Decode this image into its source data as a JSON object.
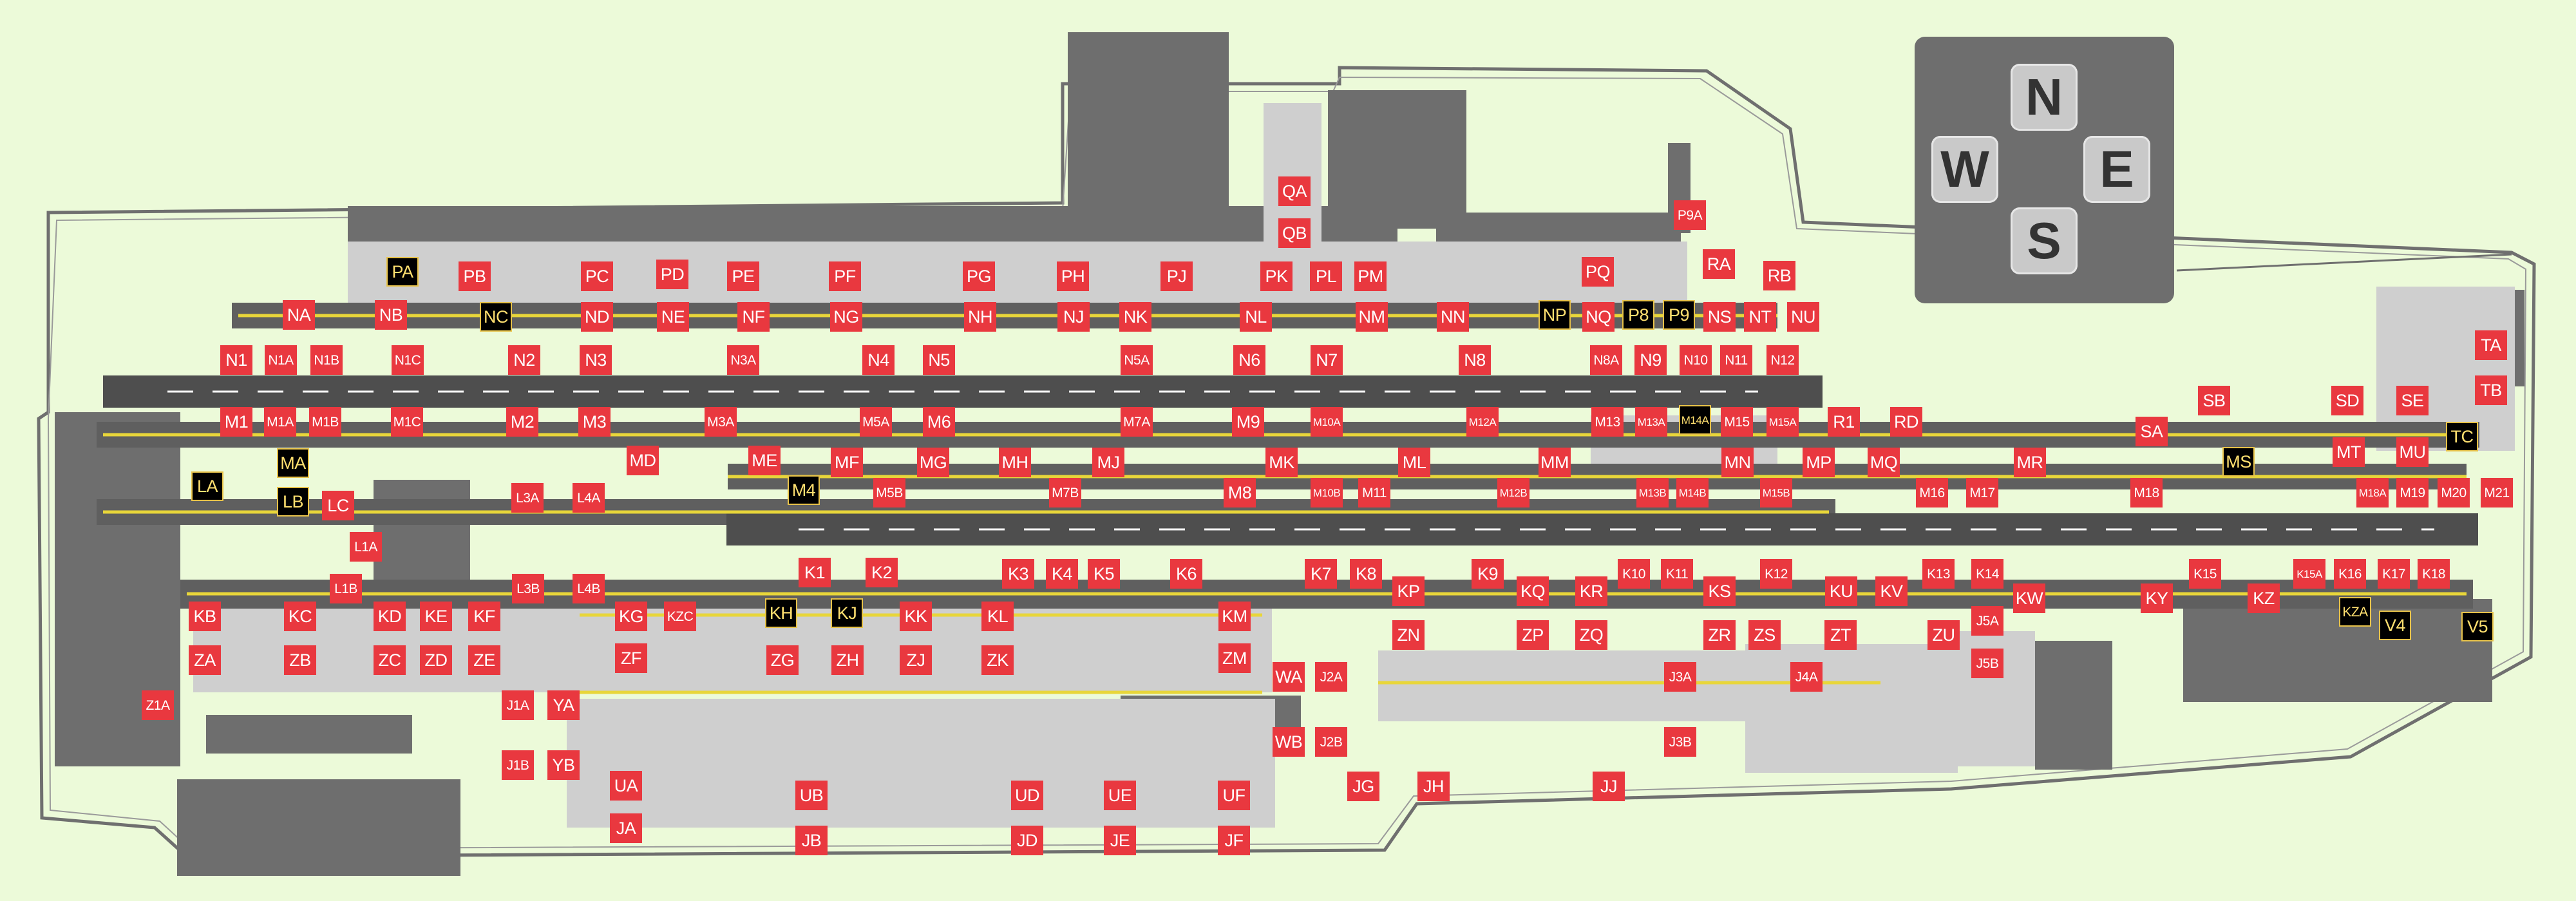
{
  "compass": {
    "north": "N",
    "west": "W",
    "east": "E",
    "south": "S"
  },
  "colors": {
    "background": "#ecfad9",
    "pavement": "#6e6e6e",
    "apron": "#cfcfcf",
    "taxiline": "#e8d63a",
    "label_red": "#e9383f",
    "label_black": "#000000"
  },
  "labels": [
    {
      "t": "QA",
      "c": "red"
    },
    {
      "t": "QB",
      "c": "red"
    },
    {
      "t": "P9A",
      "c": "red"
    },
    {
      "t": "PA",
      "c": "black"
    },
    {
      "t": "PB",
      "c": "red"
    },
    {
      "t": "PC",
      "c": "red"
    },
    {
      "t": "PD",
      "c": "red"
    },
    {
      "t": "PE",
      "c": "red"
    },
    {
      "t": "PF",
      "c": "red"
    },
    {
      "t": "PG",
      "c": "red"
    },
    {
      "t": "PH",
      "c": "red"
    },
    {
      "t": "PJ",
      "c": "red"
    },
    {
      "t": "PK",
      "c": "red"
    },
    {
      "t": "PL",
      "c": "red"
    },
    {
      "t": "PM",
      "c": "red"
    },
    {
      "t": "PQ",
      "c": "red"
    },
    {
      "t": "RA",
      "c": "red"
    },
    {
      "t": "RB",
      "c": "red"
    },
    {
      "t": "NA",
      "c": "red"
    },
    {
      "t": "NB",
      "c": "red"
    },
    {
      "t": "NC",
      "c": "black"
    },
    {
      "t": "ND",
      "c": "red"
    },
    {
      "t": "NE",
      "c": "red"
    },
    {
      "t": "NF",
      "c": "red"
    },
    {
      "t": "NG",
      "c": "red"
    },
    {
      "t": "NH",
      "c": "red"
    },
    {
      "t": "NJ",
      "c": "red"
    },
    {
      "t": "NK",
      "c": "red"
    },
    {
      "t": "NL",
      "c": "red"
    },
    {
      "t": "NM",
      "c": "red"
    },
    {
      "t": "NN",
      "c": "red"
    },
    {
      "t": "NP",
      "c": "black"
    },
    {
      "t": "NQ",
      "c": "red"
    },
    {
      "t": "P8",
      "c": "black"
    },
    {
      "t": "P9",
      "c": "black"
    },
    {
      "t": "NS",
      "c": "red"
    },
    {
      "t": "NT",
      "c": "red"
    },
    {
      "t": "NU",
      "c": "red"
    },
    {
      "t": "N1",
      "c": "red"
    },
    {
      "t": "N1A",
      "c": "red"
    },
    {
      "t": "N1B",
      "c": "red"
    },
    {
      "t": "N1C",
      "c": "red"
    },
    {
      "t": "N2",
      "c": "red"
    },
    {
      "t": "N3",
      "c": "red"
    },
    {
      "t": "N3A",
      "c": "red"
    },
    {
      "t": "N4",
      "c": "red"
    },
    {
      "t": "N5",
      "c": "red"
    },
    {
      "t": "N5A",
      "c": "red"
    },
    {
      "t": "N6",
      "c": "red"
    },
    {
      "t": "N7",
      "c": "red"
    },
    {
      "t": "N8",
      "c": "red"
    },
    {
      "t": "N8A",
      "c": "red"
    },
    {
      "t": "N9",
      "c": "red"
    },
    {
      "t": "N10",
      "c": "red"
    },
    {
      "t": "N11",
      "c": "red"
    },
    {
      "t": "N12",
      "c": "red"
    },
    {
      "t": "TA",
      "c": "red"
    },
    {
      "t": "SB",
      "c": "red"
    },
    {
      "t": "SD",
      "c": "red"
    },
    {
      "t": "SE",
      "c": "red"
    },
    {
      "t": "TB",
      "c": "red"
    },
    {
      "t": "M1",
      "c": "red"
    },
    {
      "t": "M1A",
      "c": "red"
    },
    {
      "t": "M1B",
      "c": "red"
    },
    {
      "t": "M1C",
      "c": "red"
    },
    {
      "t": "M2",
      "c": "red"
    },
    {
      "t": "M3",
      "c": "red"
    },
    {
      "t": "M3A",
      "c": "red"
    },
    {
      "t": "M5A",
      "c": "red"
    },
    {
      "t": "M6",
      "c": "red"
    },
    {
      "t": "M7A",
      "c": "red"
    },
    {
      "t": "M9",
      "c": "red"
    },
    {
      "t": "M10A",
      "c": "red"
    },
    {
      "t": "M12A",
      "c": "red"
    },
    {
      "t": "M13",
      "c": "red"
    },
    {
      "t": "M13A",
      "c": "red"
    },
    {
      "t": "M14A",
      "c": "black"
    },
    {
      "t": "M15",
      "c": "red"
    },
    {
      "t": "M15A",
      "c": "red"
    },
    {
      "t": "R1",
      "c": "red"
    },
    {
      "t": "RD",
      "c": "red"
    },
    {
      "t": "SA",
      "c": "red"
    },
    {
      "t": "MT",
      "c": "red"
    },
    {
      "t": "MU",
      "c": "red"
    },
    {
      "t": "TC",
      "c": "black"
    },
    {
      "t": "MA",
      "c": "black"
    },
    {
      "t": "MD",
      "c": "red"
    },
    {
      "t": "ME",
      "c": "red"
    },
    {
      "t": "MF",
      "c": "red"
    },
    {
      "t": "MG",
      "c": "red"
    },
    {
      "t": "MH",
      "c": "red"
    },
    {
      "t": "MJ",
      "c": "red"
    },
    {
      "t": "MK",
      "c": "red"
    },
    {
      "t": "ML",
      "c": "red"
    },
    {
      "t": "MM",
      "c": "red"
    },
    {
      "t": "MN",
      "c": "red"
    },
    {
      "t": "MP",
      "c": "red"
    },
    {
      "t": "MQ",
      "c": "red"
    },
    {
      "t": "MR",
      "c": "red"
    },
    {
      "t": "MS",
      "c": "black"
    },
    {
      "t": "LA",
      "c": "black"
    },
    {
      "t": "LB",
      "c": "black"
    },
    {
      "t": "LC",
      "c": "red"
    },
    {
      "t": "L3A",
      "c": "red"
    },
    {
      "t": "L4A",
      "c": "red"
    },
    {
      "t": "M4",
      "c": "black"
    },
    {
      "t": "M5B",
      "c": "red"
    },
    {
      "t": "M7B",
      "c": "red"
    },
    {
      "t": "M8",
      "c": "red"
    },
    {
      "t": "M10B",
      "c": "red"
    },
    {
      "t": "M11",
      "c": "red"
    },
    {
      "t": "M12B",
      "c": "red"
    },
    {
      "t": "M13B",
      "c": "red"
    },
    {
      "t": "M14B",
      "c": "red"
    },
    {
      "t": "M15B",
      "c": "red"
    },
    {
      "t": "M16",
      "c": "red"
    },
    {
      "t": "M17",
      "c": "red"
    },
    {
      "t": "M18",
      "c": "red"
    },
    {
      "t": "M18A",
      "c": "red"
    },
    {
      "t": "M19",
      "c": "red"
    },
    {
      "t": "M20",
      "c": "red"
    },
    {
      "t": "M21",
      "c": "red"
    },
    {
      "t": "L1A",
      "c": "red"
    },
    {
      "t": "L1B",
      "c": "red"
    },
    {
      "t": "L3B",
      "c": "red"
    },
    {
      "t": "L4B",
      "c": "red"
    },
    {
      "t": "K1",
      "c": "red"
    },
    {
      "t": "K2",
      "c": "red"
    },
    {
      "t": "K3",
      "c": "red"
    },
    {
      "t": "K4",
      "c": "red"
    },
    {
      "t": "K5",
      "c": "red"
    },
    {
      "t": "K6",
      "c": "red"
    },
    {
      "t": "K7",
      "c": "red"
    },
    {
      "t": "K8",
      "c": "red"
    },
    {
      "t": "K9",
      "c": "red"
    },
    {
      "t": "K10",
      "c": "red"
    },
    {
      "t": "K11",
      "c": "red"
    },
    {
      "t": "K12",
      "c": "red"
    },
    {
      "t": "K13",
      "c": "red"
    },
    {
      "t": "K14",
      "c": "red"
    },
    {
      "t": "K15",
      "c": "red"
    },
    {
      "t": "K15A",
      "c": "red"
    },
    {
      "t": "K16",
      "c": "red"
    },
    {
      "t": "K17",
      "c": "red"
    },
    {
      "t": "K18",
      "c": "red"
    },
    {
      "t": "KP",
      "c": "red"
    },
    {
      "t": "KQ",
      "c": "red"
    },
    {
      "t": "KR",
      "c": "red"
    },
    {
      "t": "KS",
      "c": "red"
    },
    {
      "t": "KU",
      "c": "red"
    },
    {
      "t": "KV",
      "c": "red"
    },
    {
      "t": "KW",
      "c": "red"
    },
    {
      "t": "KY",
      "c": "red"
    },
    {
      "t": "KZ",
      "c": "red"
    },
    {
      "t": "KB",
      "c": "red"
    },
    {
      "t": "KC",
      "c": "red"
    },
    {
      "t": "KD",
      "c": "red"
    },
    {
      "t": "KE",
      "c": "red"
    },
    {
      "t": "KF",
      "c": "red"
    },
    {
      "t": "KG",
      "c": "red"
    },
    {
      "t": "KZC",
      "c": "red"
    },
    {
      "t": "KH",
      "c": "black"
    },
    {
      "t": "KJ",
      "c": "black"
    },
    {
      "t": "KK",
      "c": "red"
    },
    {
      "t": "KL",
      "c": "red"
    },
    {
      "t": "KM",
      "c": "red"
    },
    {
      "t": "KZA",
      "c": "black"
    },
    {
      "t": "V4",
      "c": "black"
    },
    {
      "t": "V5",
      "c": "black"
    },
    {
      "t": "ZA",
      "c": "red"
    },
    {
      "t": "ZB",
      "c": "red"
    },
    {
      "t": "ZC",
      "c": "red"
    },
    {
      "t": "ZD",
      "c": "red"
    },
    {
      "t": "ZE",
      "c": "red"
    },
    {
      "t": "ZF",
      "c": "red"
    },
    {
      "t": "ZG",
      "c": "red"
    },
    {
      "t": "ZH",
      "c": "red"
    },
    {
      "t": "ZJ",
      "c": "red"
    },
    {
      "t": "ZK",
      "c": "red"
    },
    {
      "t": "ZM",
      "c": "red"
    },
    {
      "t": "ZN",
      "c": "red"
    },
    {
      "t": "ZP",
      "c": "red"
    },
    {
      "t": "ZQ",
      "c": "red"
    },
    {
      "t": "ZR",
      "c": "red"
    },
    {
      "t": "ZS",
      "c": "red"
    },
    {
      "t": "ZT",
      "c": "red"
    },
    {
      "t": "ZU",
      "c": "red"
    },
    {
      "t": "J5A",
      "c": "red"
    },
    {
      "t": "J5B",
      "c": "red"
    },
    {
      "t": "Z1A",
      "c": "red"
    },
    {
      "t": "J1A",
      "c": "red"
    },
    {
      "t": "YA",
      "c": "red"
    },
    {
      "t": "WA",
      "c": "red"
    },
    {
      "t": "J2A",
      "c": "red"
    },
    {
      "t": "J3A",
      "c": "red"
    },
    {
      "t": "J4A",
      "c": "red"
    },
    {
      "t": "J1B",
      "c": "red"
    },
    {
      "t": "YB",
      "c": "red"
    },
    {
      "t": "WB",
      "c": "red"
    },
    {
      "t": "J2B",
      "c": "red"
    },
    {
      "t": "J3B",
      "c": "red"
    },
    {
      "t": "UA",
      "c": "red"
    },
    {
      "t": "UB",
      "c": "red"
    },
    {
      "t": "UD",
      "c": "red"
    },
    {
      "t": "UE",
      "c": "red"
    },
    {
      "t": "UF",
      "c": "red"
    },
    {
      "t": "JG",
      "c": "red"
    },
    {
      "t": "JH",
      "c": "red"
    },
    {
      "t": "JJ",
      "c": "red"
    },
    {
      "t": "JA",
      "c": "red"
    },
    {
      "t": "JB",
      "c": "red"
    },
    {
      "t": "JD",
      "c": "red"
    },
    {
      "t": "JE",
      "c": "red"
    },
    {
      "t": "JF",
      "c": "red"
    }
  ]
}
